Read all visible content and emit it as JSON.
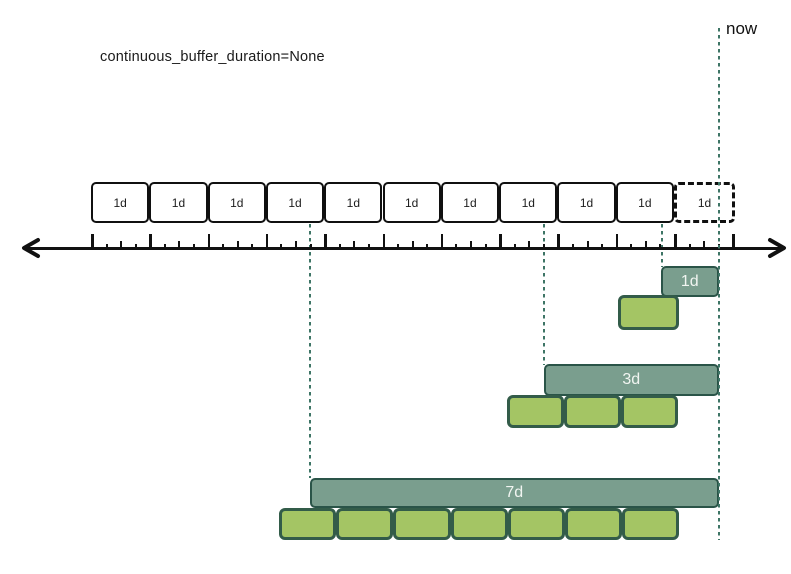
{
  "title": "continuous_buffer_duration=None",
  "now_marker": {
    "label": "now"
  },
  "timeline": {
    "day_box_label": "1d",
    "solid_box_count": 10,
    "dashed_box_label": "1d",
    "days_shown": 11
  },
  "windows": [
    {
      "label": "1d",
      "days": 1,
      "completed_run_boxes": 1
    },
    {
      "label": "3d",
      "days": 3,
      "completed_run_boxes": 3
    },
    {
      "label": "7d",
      "days": 7,
      "completed_run_boxes": 7
    }
  ],
  "colors": {
    "window_bar_fill": "#7A9E8E",
    "window_bar_border": "#2A5448",
    "run_box_fill": "#A4C564",
    "run_box_border": "#335C49",
    "guide_line": "#3E7566",
    "axis": "#111111",
    "day_box_border": "#101010",
    "bar_label_text": "#F1F5F1"
  }
}
